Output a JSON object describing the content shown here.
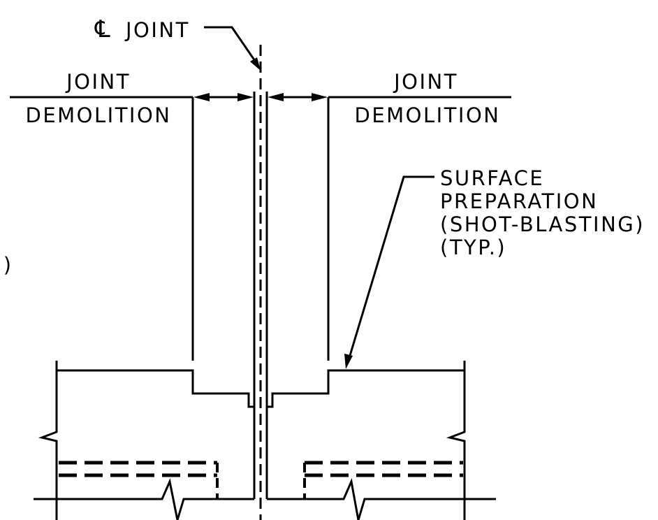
{
  "labels": {
    "centerline_symbol": "℄",
    "centerline_text": "JOINT",
    "left_top": "JOINT",
    "left_bottom": "DEMOLITION",
    "right_top": "JOINT",
    "right_bottom": "DEMOLITION",
    "note_line1": "SURFACE",
    "note_line2": "PREPARATION",
    "note_line3": "(SHOT-BLASTING)",
    "note_line4": "(TYP.)",
    "clipped_left": ".)"
  }
}
